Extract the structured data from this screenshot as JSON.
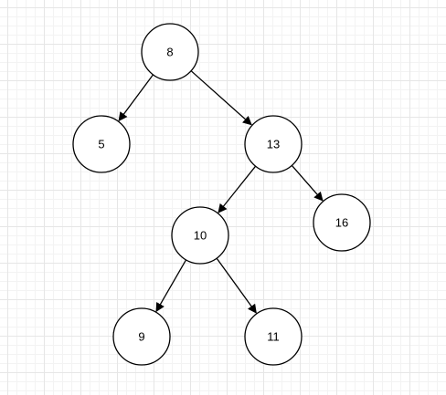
{
  "diagram": {
    "type": "binary-search-tree",
    "nodes": [
      {
        "id": "n8",
        "label": "8"
      },
      {
        "id": "n5",
        "label": "5"
      },
      {
        "id": "n13",
        "label": "13"
      },
      {
        "id": "n10",
        "label": "10"
      },
      {
        "id": "n16",
        "label": "16"
      },
      {
        "id": "n9",
        "label": "9"
      },
      {
        "id": "n11",
        "label": "11"
      }
    ],
    "edges": [
      {
        "from": "n8",
        "to": "n5"
      },
      {
        "from": "n8",
        "to": "n13"
      },
      {
        "from": "n13",
        "to": "n10"
      },
      {
        "from": "n13",
        "to": "n16"
      },
      {
        "from": "n10",
        "to": "n9"
      },
      {
        "from": "n10",
        "to": "n11"
      }
    ],
    "colors": {
      "stroke": "#000000",
      "fill": "#ffffff",
      "grid": "#e6e6e6"
    }
  }
}
